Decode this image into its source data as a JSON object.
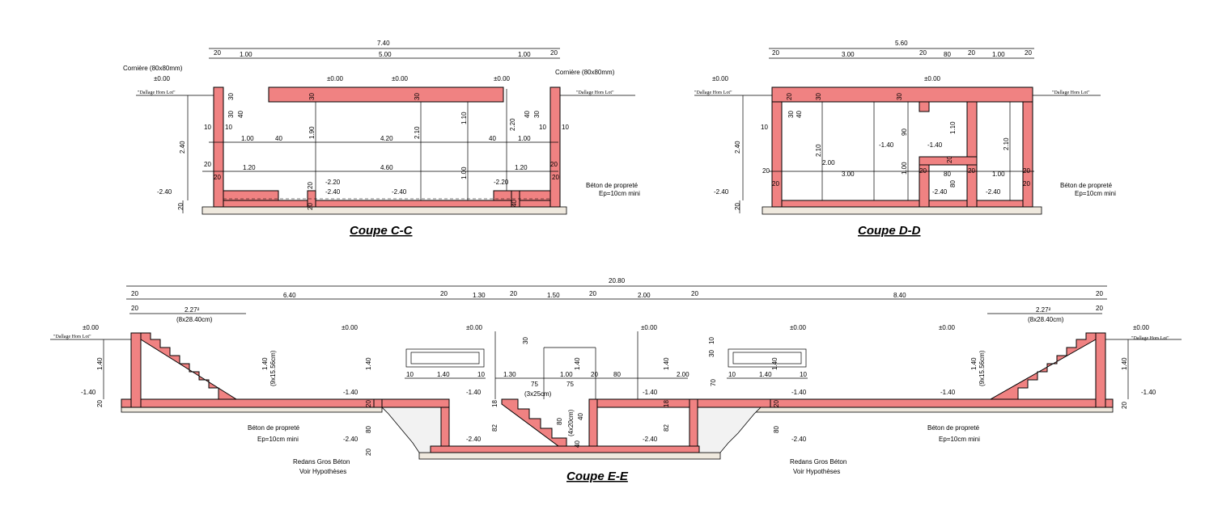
{
  "titles": {
    "cc": "Coupe C-C",
    "dd": "Coupe D-D",
    "ee": "Coupe E-E"
  },
  "notes": {
    "corniere": "Cornière (80x80mm)",
    "dallage": "\"Dallage Hors Lot\"",
    "beton": "Béton de propreté",
    "ep": "Ep=10cm mini",
    "redans": "Redans Gros Béton",
    "voir": "Voir Hypothèses",
    "stair_len": "2.27²",
    "stair_steps": "(8x28.40cm)",
    "stair_rise": "(9x15.56cm)",
    "inner_steps": "(3x25cm)",
    "inner_rise": "(4x20cm)"
  },
  "levels": {
    "zero": "±0.00",
    "m140": "-1.40",
    "m220": "-2.20",
    "m240": "-2.40"
  },
  "dims_cc": {
    "total": "7.40",
    "top": [
      "20",
      "1.00",
      "5.00",
      "1.00",
      "20"
    ],
    "inner": [
      "1.00",
      "40",
      "4.20",
      "40",
      "1.00"
    ],
    "lower": [
      "1.20",
      "4.60",
      "1.20"
    ],
    "side": [
      "20",
      "20",
      "20",
      "20"
    ],
    "height": "2.40",
    "vert": [
      "1.90",
      "2.10",
      "1.10",
      "1.00",
      "2.20"
    ],
    "small": [
      "30",
      "30",
      "10",
      "40",
      "30",
      "10",
      "40",
      "30",
      "10",
      "30",
      "10",
      "20",
      "20",
      "40",
      "20"
    ]
  },
  "dims_dd": {
    "total": "5.60",
    "top": [
      "20",
      "3.00",
      "20",
      "80",
      "20",
      "1.00",
      "20"
    ],
    "lower": [
      "2.00",
      "3.00",
      "20",
      "80",
      "20",
      "1.00",
      "20"
    ],
    "side": [
      "20",
      "20",
      "20"
    ],
    "height": "2.40",
    "vert": [
      "2.10",
      "1.00",
      "90",
      "1.10",
      "2.10",
      "80"
    ],
    "small": [
      "10",
      "30",
      "40",
      "30",
      "30",
      "20",
      "20",
      "20"
    ]
  },
  "dims_ee": {
    "total": "20.80",
    "top": [
      "20",
      "6.40",
      "20",
      "1.30",
      "20",
      "1.50",
      "20",
      "2.00",
      "20",
      "8.40",
      "20"
    ],
    "box": [
      "10",
      "1.40",
      "10",
      "10",
      "1.40",
      "10"
    ],
    "mid": [
      "1.30",
      "75",
      "75",
      "1.00",
      "20",
      "80",
      "2.00"
    ],
    "vert": [
      "1.40",
      "1.40",
      "1.40",
      "1.40",
      "1.40",
      "1.40",
      "1.40",
      "1.40",
      "80",
      "82",
      "80",
      "82",
      "80",
      "30",
      "30",
      "10",
      "70",
      "40",
      "40"
    ],
    "small": [
      "20",
      "20",
      "20",
      "18",
      "18",
      "20",
      "20",
      "20",
      "20"
    ]
  }
}
